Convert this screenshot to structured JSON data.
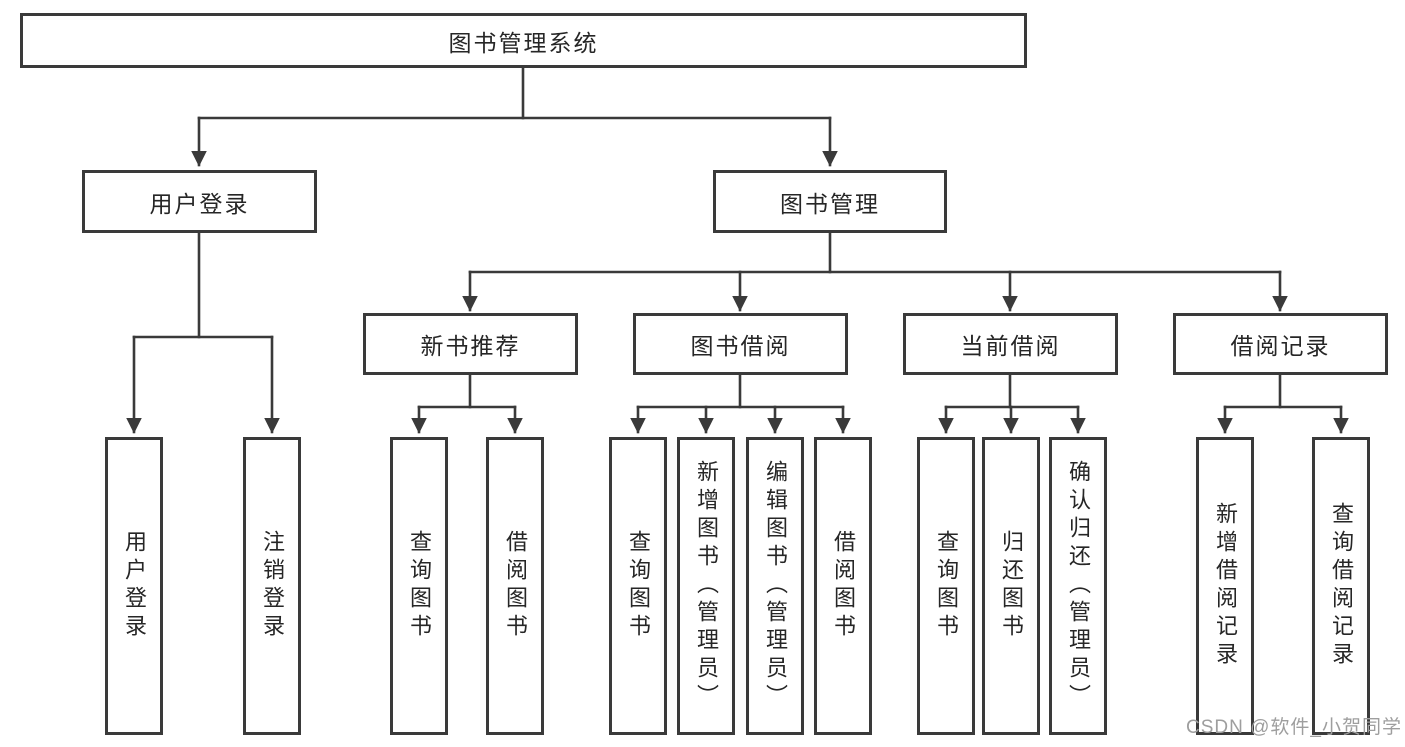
{
  "tree": {
    "root": {
      "label": "图书管理系统"
    },
    "branches": [
      {
        "label": "用户登录",
        "children": [
          {
            "label": "用户登录"
          },
          {
            "label": "注销登录"
          }
        ]
      },
      {
        "label": "图书管理",
        "children": [
          {
            "label": "新书推荐",
            "children": [
              {
                "label": "查询图书"
              },
              {
                "label": "借阅图书"
              }
            ]
          },
          {
            "label": "图书借阅",
            "children": [
              {
                "label": "查询图书"
              },
              {
                "label": "新增图书（管理员）"
              },
              {
                "label": "编辑图书（管理员）"
              },
              {
                "label": "借阅图书"
              }
            ]
          },
          {
            "label": "当前借阅",
            "children": [
              {
                "label": "查询图书"
              },
              {
                "label": "归还图书"
              },
              {
                "label": "确认归还（管理员）"
              }
            ]
          },
          {
            "label": "借阅记录",
            "children": [
              {
                "label": "新增借阅记录"
              },
              {
                "label": "查询借阅记录"
              }
            ]
          }
        ]
      }
    ]
  },
  "watermark": {
    "text": "CSDN @软件_小贺同学"
  },
  "colors": {
    "line": "#3a3a3a",
    "box_border": "#3a3a3a",
    "text": "#262626",
    "watermark": "#9e9e9e",
    "background": "#ffffff"
  }
}
